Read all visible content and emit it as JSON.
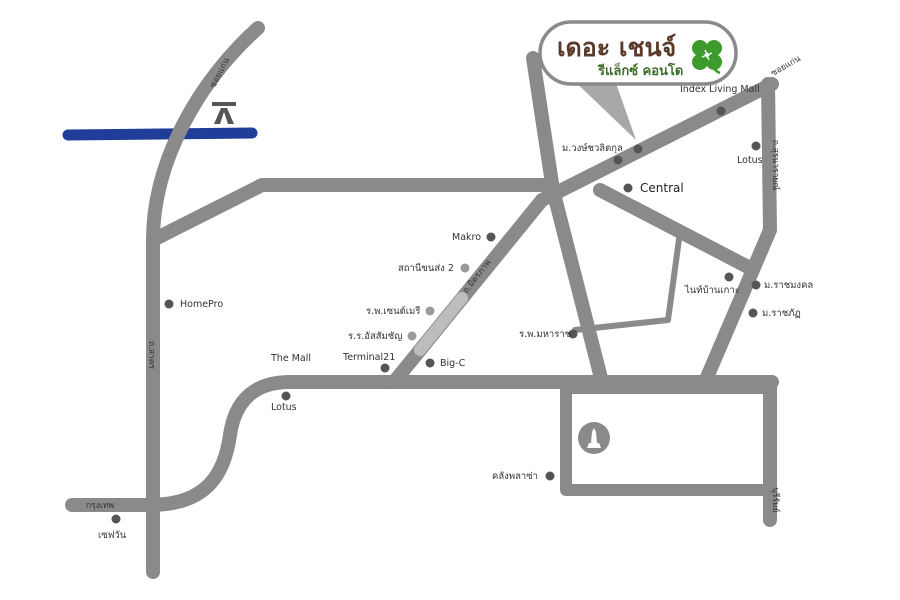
{
  "callout": {
    "title": "เดอะ เชนจ์",
    "subtitle": "รีแล็กซ์ คอนโด",
    "title_color": "#5a3a2a",
    "subtitle_color": "#3d6e2a",
    "clover_icon": "four-leaf-clover-icon"
  },
  "road_labels": {
    "top_left_road": "ซอยแก่น",
    "top_right_road": "ซอยแก่น",
    "left_vertical_road": "ถ.สาคร",
    "diagonal_road": "ถ.มิตรภาพ",
    "right_vertical_road": "ถ.สุรนารายณ์",
    "left_bottom_road": "กรุงเทพ",
    "bottom_right_road": "บุรีรัมย์"
  },
  "places": {
    "index_living_mall": "Index Living Mall",
    "wongsawat": "ม.วงษ์ชวลิตกุล",
    "central": "Central",
    "lotus_right": "Lotus",
    "makro": "Makro",
    "bus_station": "สถานีขนส่ง 2",
    "st_mary": "ร.พ.เซนต์เมรี",
    "assumption": "ร.ร.อัสสัมชัญ",
    "terminal21": "Terminal21",
    "big_c": "Big-C",
    "the_mall": "The Mall",
    "lotus_left": "Lotus",
    "homepro": "HomePro",
    "maharat": "ร.พ.มหาราช",
    "ban_ko": "ไนท์บ้านเกาะ",
    "rajamangala": "ม.ราชมงคล",
    "rajabhat": "ม.ราชภัฏ",
    "klang_plaza": "คลังพลาซ่า",
    "save_one": "เซฟวัน"
  },
  "colors": {
    "road": "#8a8a8a",
    "river": "#1f3d99",
    "marker": "#555555",
    "callout_pointer": "#a8a8a8",
    "monument_circle": "#8a8a8a"
  },
  "icons": {
    "highway": "highway-icon",
    "monument": "monument-icon",
    "u_turn": "u-turn-icon"
  }
}
